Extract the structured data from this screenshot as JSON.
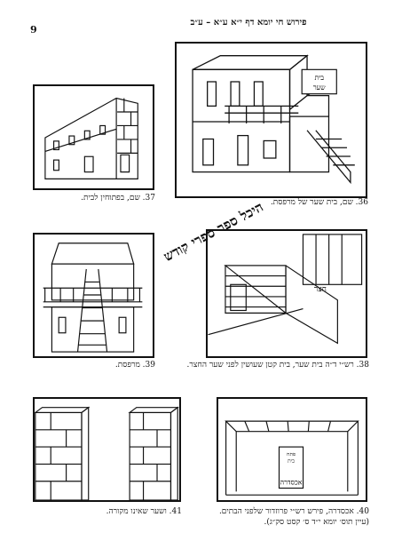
{
  "header": {
    "title": "פירוש חי יומא דף י״א ע״א – ע״ב",
    "page_number": "9"
  },
  "watermark": "היכל ספר ספרי קודש",
  "figures": [
    {
      "caption": "36. שם, בית שער של מרפסת.",
      "labels": [
        "בית",
        "שער"
      ]
    },
    {
      "caption": "37. שם, בפתוחין לבית.",
      "labels": []
    },
    {
      "caption": "38. רש״י ד״ה בית שער, בית קטן שעושין לפני שער החצר.",
      "labels": [
        "חצר"
      ]
    },
    {
      "caption": "39. מרפסת.",
      "labels": []
    },
    {
      "caption_lines": [
        "40. אכסדרה, פירש רש״י פרוזדור שלפני הבתים.",
        "(עיין תוס׳ יומא י״ד ס׳ קסט סק״ג)."
      ],
      "labels": [
        "אכסדרה",
        "פתח",
        "בית"
      ]
    },
    {
      "caption": "41. ושער שאינו מקורה.",
      "labels": []
    }
  ]
}
